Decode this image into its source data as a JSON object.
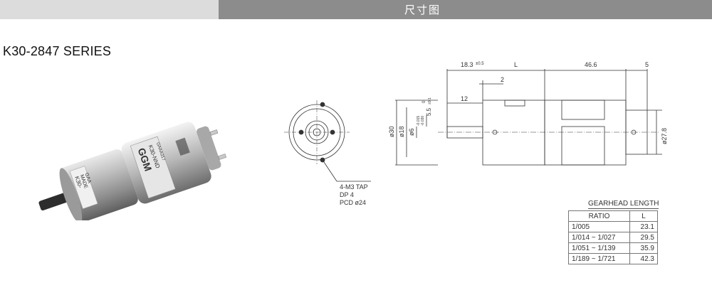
{
  "header": {
    "title": "尺寸图"
  },
  "series_title": "K30-2847 SERIES",
  "photo": {
    "gear_label_1": "K30-",
    "gear_label_2": "MADE",
    "gear_label_3": "GAA",
    "motor_brand": "GGM",
    "motor_model": "K30-NND",
    "motor_code": "GAAA317"
  },
  "drawing": {
    "dim_18_3": "18.3",
    "tol_18_3": "±0.5",
    "dim_L": "L",
    "dim_46_6": "46.6",
    "dim_5": "5",
    "dim_2": "2",
    "dim_12": "12",
    "dim_5_5": "5.5",
    "tol_5_5": "±0.1",
    "dim_0": "0",
    "dim_d30": "ø30",
    "dim_d18": "ø18",
    "dim_d6": "ø6",
    "tol_d6_upper": "-0.015",
    "tol_d6_lower": "-0.030",
    "dim_d27_8": "ø27.8",
    "tap_line1": "4-M3 TAP",
    "tap_line2": "DP 4",
    "tap_line3": "PCD ø24"
  },
  "gearhead": {
    "caption": "GEARHEAD LENGTH",
    "headers": [
      "RATIO",
      "L"
    ],
    "rows": [
      {
        "ratio": "1/005",
        "length": "23.1"
      },
      {
        "ratio": "1/014 ~ 1/027",
        "length": "29.5"
      },
      {
        "ratio": "1/051 ~ 1/139",
        "length": "35.9"
      },
      {
        "ratio": "1/189 ~ 1/721",
        "length": "42.3"
      }
    ]
  }
}
